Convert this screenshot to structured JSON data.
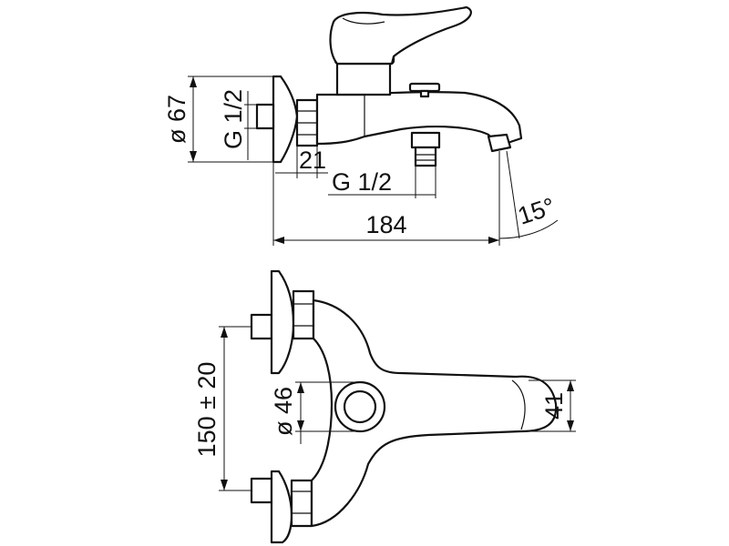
{
  "dimensions": {
    "flange_diameter": "ø 67",
    "inlet_thread": "G 1/2",
    "nut_depth": "21",
    "outlet_thread": "G 1/2",
    "overall_length": "184",
    "spout_angle": "15°",
    "center_distance": "150 ± 20",
    "cartridge_diameter": "ø 46",
    "handle_width": "41"
  },
  "colors": {
    "line": "#111111",
    "background": "#ffffff"
  }
}
